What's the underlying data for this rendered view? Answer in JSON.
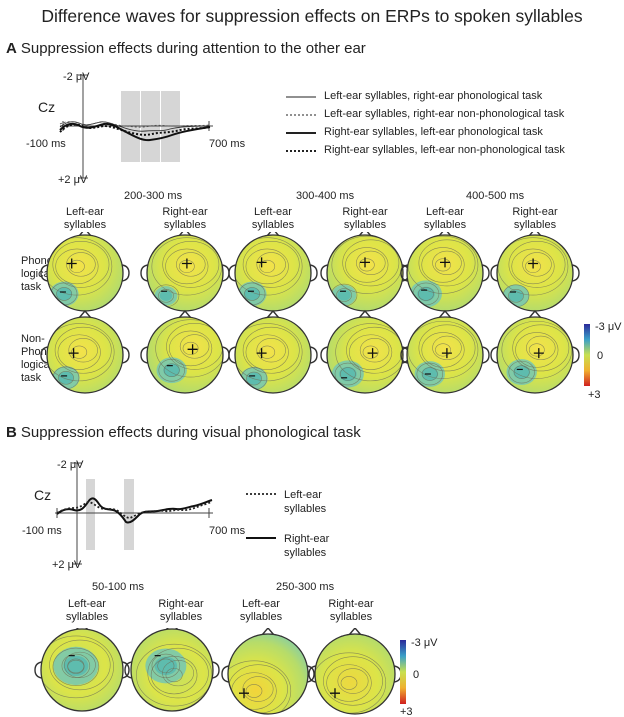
{
  "figure": {
    "title": "Difference waves for suppression effects on ERPs to spoken syllables",
    "colors": {
      "gray_box": "#d6d6d6",
      "yellow": "#e4e43c",
      "teal": "#7ec9b4",
      "contour": "#6d6d55"
    }
  },
  "panel_a": {
    "letter": "A",
    "heading": "Suppression effects during attention to the other ear",
    "erp": {
      "electrode": "Cz",
      "y_top": "-2 μV",
      "y_bottom": "+2 μV",
      "x_start": "-100 ms",
      "x_end": "700 ms",
      "gray_windows_ms": [
        [
          200,
          300
        ],
        [
          300,
          400
        ],
        [
          400,
          500
        ]
      ]
    },
    "legend": [
      {
        "label": "Left-ear syllables, right-ear phonological task",
        "style": "thin-solid"
      },
      {
        "label": "Left-ear syllables, right-ear non-phonological task",
        "style": "thin-dotted"
      },
      {
        "label": "Right-ear syllables, left-ear phonological task",
        "style": "thick-solid"
      },
      {
        "label": "Right-ear syllables, left-ear non-phonological task",
        "style": "thick-dotted"
      }
    ],
    "time_windows": [
      "200-300 ms",
      "300-400 ms",
      "400-500 ms"
    ],
    "col_label_1": [
      "Left-ear",
      "syllables"
    ],
    "col_label_2": [
      "Right-ear",
      "syllables"
    ],
    "row1": [
      "Phono-",
      "logical",
      "task"
    ],
    "row2": [
      "Non-",
      "Phono-",
      "logical",
      "task"
    ],
    "colorbar": {
      "top": "-3 μV",
      "mid": "0",
      "bottom": "+3"
    }
  },
  "panel_b": {
    "letter": "B",
    "heading": "Suppression effects during visual phonological task",
    "erp": {
      "electrode": "Cz",
      "y_top": "-2 μV",
      "y_bottom": "+2 μV",
      "x_start": "-100 ms",
      "x_end": "700 ms",
      "gray_windows_ms": [
        [
          50,
          100
        ],
        [
          250,
          300
        ]
      ]
    },
    "legend_1": [
      "Left-ear",
      "syllables"
    ],
    "legend_2": [
      "Right-ear",
      "syllables"
    ],
    "time_windows": [
      "50-100 ms",
      "250-300 ms"
    ],
    "col_label_1": [
      "Left-ear",
      "syllables"
    ],
    "col_label_2": [
      "Right-ear",
      "syllables"
    ],
    "colorbar": {
      "top": "-3 μV",
      "mid": "0",
      "bottom": "+3"
    }
  }
}
